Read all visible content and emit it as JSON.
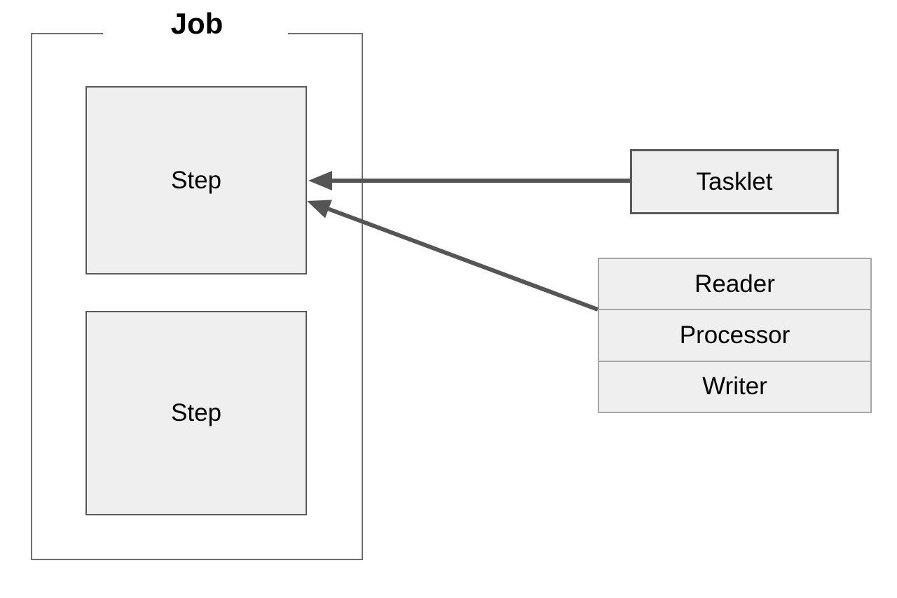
{
  "diagram": {
    "title": "Job",
    "job": {
      "label": "Job"
    },
    "steps": [
      {
        "label": "Step"
      },
      {
        "label": "Step"
      }
    ],
    "tasklet": {
      "label": "Tasklet"
    },
    "chunk_components": [
      {
        "label": "Reader"
      },
      {
        "label": "Processor"
      },
      {
        "label": "Writer"
      }
    ],
    "arrows": [
      {
        "from": "Tasklet",
        "to": "Step"
      },
      {
        "from": "Reader/Processor/Writer",
        "to": "Step"
      }
    ],
    "colors": {
      "background": "#ffffff",
      "box_fill": "#efefef",
      "box_border": "#595959",
      "job_border": "#6e6e6e",
      "stack_border": "#a6a6a6",
      "arrow": "#555555",
      "text": "#000000"
    }
  }
}
